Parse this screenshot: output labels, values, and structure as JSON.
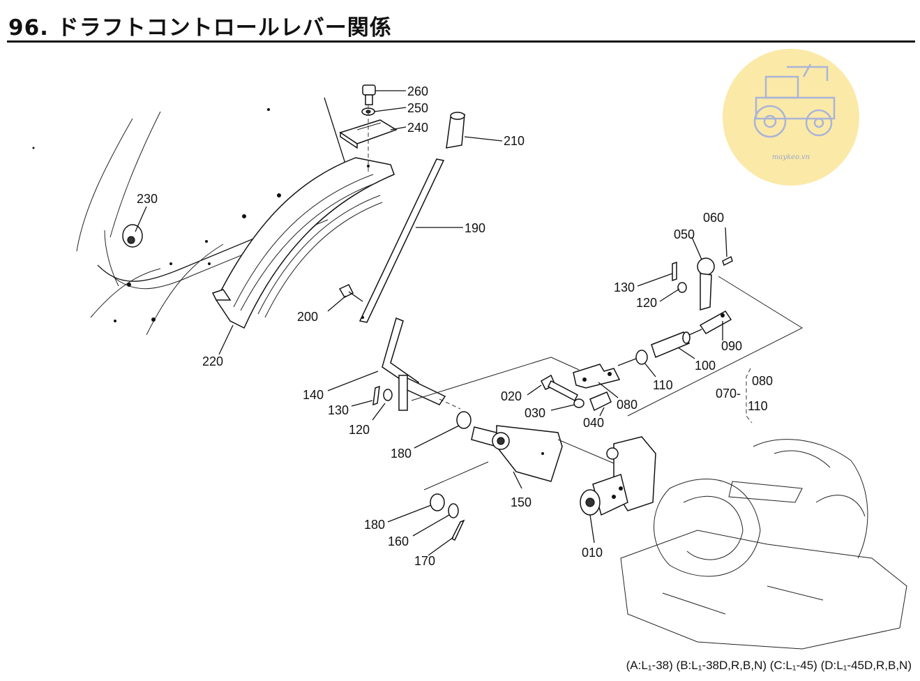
{
  "header": {
    "title": "96. ドラフトコントロールレバー関係"
  },
  "watermark": {
    "text": "maykeo.vn",
    "icon": "tractor-icon",
    "color": "#fbe9a8"
  },
  "callouts": {
    "p260": "260",
    "p250": "250",
    "p240": "240",
    "p210": "210",
    "p190": "190",
    "p230": "230",
    "p200": "200",
    "p220": "220",
    "p140": "140",
    "p130a": "130",
    "p120a": "120",
    "p180a": "180",
    "p150": "150",
    "p180b": "180",
    "p160": "160",
    "p170": "170",
    "p020": "020",
    "p030": "030",
    "p040": "040",
    "p080": "080",
    "p110": "110",
    "p100": "100",
    "p090": "090",
    "p060": "060",
    "p050": "050",
    "p130b": "130",
    "p120b": "120",
    "p010": "010",
    "group_left": "070-",
    "group_top": "080",
    "group_bottom": "110"
  },
  "footer": {
    "models": [
      "(A:L₁-38)",
      "(B:L₁-38D,R,B,N)",
      "(C:L₁-45)",
      "(D:L₁-45D,R,B,N)"
    ]
  }
}
